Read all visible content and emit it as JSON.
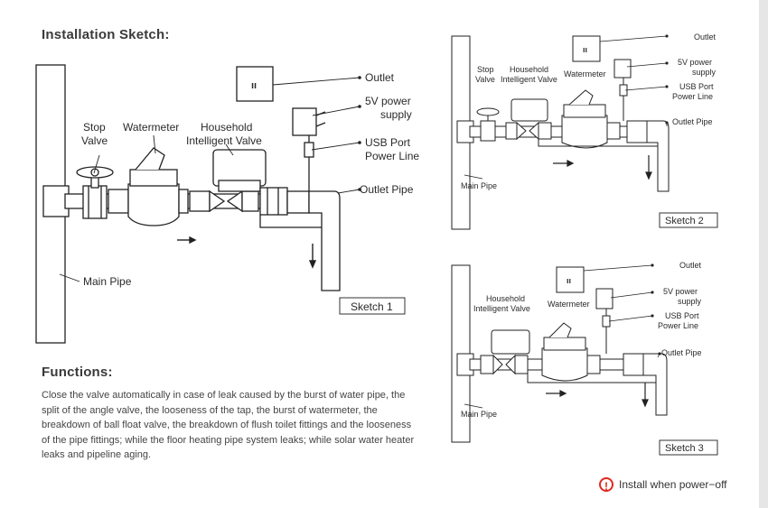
{
  "installation_title": "Installation Sketch:",
  "functions_title": "Functions:",
  "functions_text": "Close the valve automatically in case of leak caused by the burst of water pipe, the split of the angle valve, the looseness of the tap, the burst of watermeter, the breakdown of ball float valve, the breakdown of flush toilet fittings and the looseness of the pipe fittings; while the floor heating pipe system leaks; while solar water heater leaks and pipeline aging.",
  "warning": "Install when power−off",
  "sketch1": {
    "label": "Sketch 1",
    "outlet": "Outlet",
    "power_1": "5V power",
    "power_2": "supply",
    "usb_1": "USB Port",
    "usb_2": "Power Line",
    "outlet_pipe": "Outlet Pipe",
    "stop_1": "Stop",
    "stop_2": "Valve",
    "watermeter": "Watermeter",
    "hiv_1": "Household",
    "hiv_2": "Intelligent  Valve",
    "main_pipe": "Main  Pipe"
  },
  "sketch2": {
    "label": "Sketch 2",
    "outlet": "Outlet",
    "power_1": "5V power",
    "power_2": "supply",
    "usb_1": "USB Port",
    "usb_2": "Power Line",
    "outlet_pipe": "Outlet Pipe",
    "stop_1": "Stop",
    "stop_2": "Valve",
    "watermeter": "Watermeter",
    "hiv_1": "Household",
    "hiv_2": "Intelligent  Valve",
    "main_pipe": "Main  Pipe"
  },
  "sketch3": {
    "label": "Sketch 3",
    "outlet": "Outlet",
    "power_1": "5V power",
    "power_2": "supply",
    "usb_1": "USB Port",
    "usb_2": "Power Line",
    "outlet_pipe": "Outlet Pipe",
    "watermeter": "Watermeter",
    "hiv_1": "Household",
    "hiv_2": "Intelligent  Valve",
    "main_pipe": "Main  Pipe"
  },
  "icons": {
    "warning": "warning-exclamation-icon"
  },
  "colors": {
    "warning": "#e0281e"
  }
}
